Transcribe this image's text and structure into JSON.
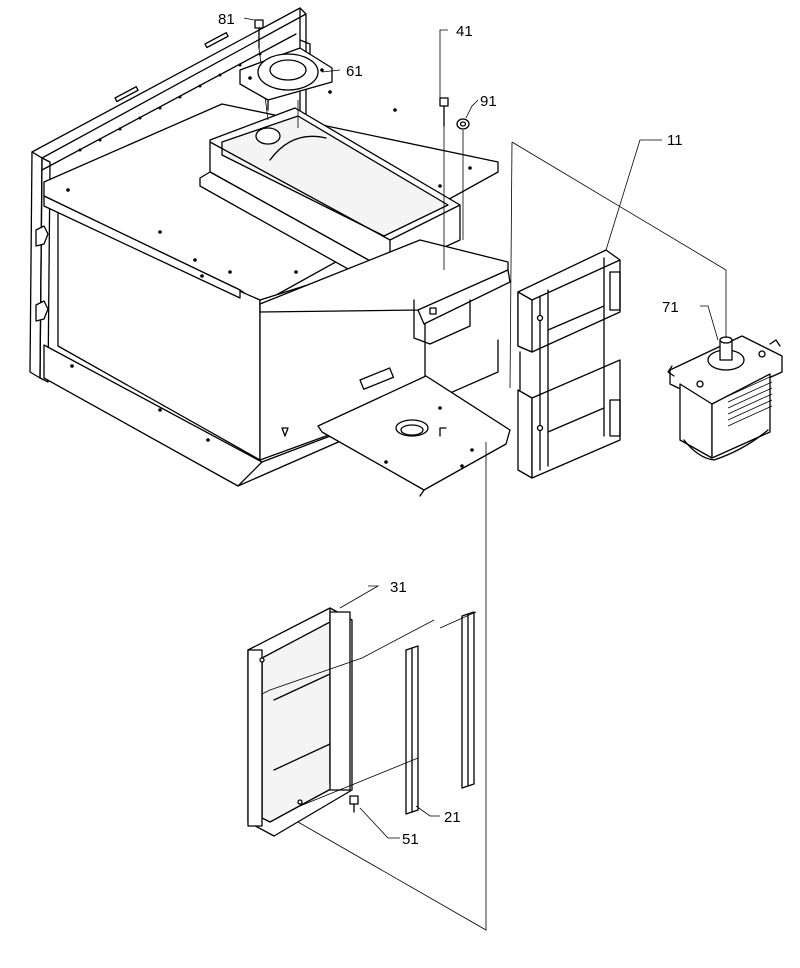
{
  "callouts": [
    {
      "id": "81",
      "text": "81"
    },
    {
      "id": "41",
      "text": "41"
    },
    {
      "id": "61",
      "text": "61"
    },
    {
      "id": "91",
      "text": "91"
    },
    {
      "id": "11",
      "text": "11"
    },
    {
      "id": "71",
      "text": "71"
    },
    {
      "id": "31",
      "text": "31"
    },
    {
      "id": "21",
      "text": "21"
    },
    {
      "id": "51",
      "text": "51"
    }
  ]
}
